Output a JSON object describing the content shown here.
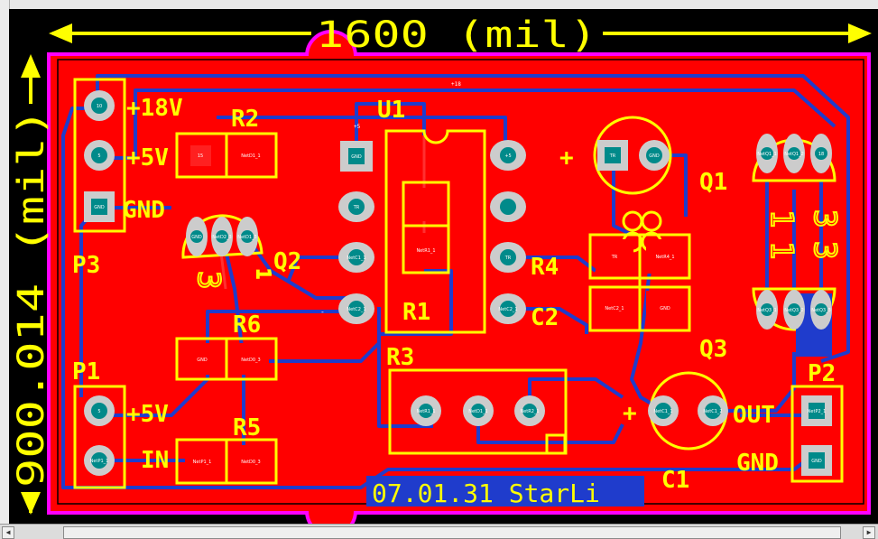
{
  "window": {
    "sidebar_icons": [
      "pcb-tab-icon",
      "pcb-tab-icon"
    ]
  },
  "board": {
    "width_dim": "1600 (mil)",
    "height_dim": "900.014 (mil)",
    "footer_text": "07.01.31  StarLi",
    "colors": {
      "background": "#000000",
      "board_fill": "#ff0000",
      "outline": "#ff00ff",
      "top_trace": "#ff0000",
      "bottom_trace": "#1f3ccc",
      "silkscreen": "#ffff00",
      "pad": "#cccccc",
      "via_core": "#008a8a"
    }
  },
  "components": {
    "P3": {
      "designator": "P3",
      "labels": [
        "+18V",
        "+5V",
        "GND"
      ],
      "pads": [
        "10",
        "5",
        "GND"
      ]
    },
    "P1": {
      "designator": "P1",
      "labels": [
        "+5V",
        "IN"
      ],
      "pads": [
        "5",
        "NetP1_1"
      ]
    },
    "P2": {
      "designator": "P2",
      "labels": [
        "OUT",
        "GND"
      ],
      "pads": [
        "NetP2_1",
        "GND"
      ]
    },
    "R2": {
      "designator": "R2",
      "pads": [
        "15",
        "NetD1_1"
      ]
    },
    "R6": {
      "designator": "R6",
      "pads": [
        "GND",
        "NetD0_3"
      ]
    },
    "R5": {
      "designator": "R5",
      "pads": [
        "NetP1_1",
        "NetD0_3"
      ]
    },
    "R1": {
      "designator": "R1",
      "pads": [
        "",
        "NetR1_1"
      ]
    },
    "R3": {
      "designator": "R3",
      "pads": [
        "NetR1_1",
        "NetD1_1",
        "NetR2_1"
      ]
    },
    "R4": {
      "designator": "R4",
      "pads": [
        "TR",
        "NetR4_1"
      ]
    },
    "C2": {
      "designator": "C2",
      "pads": [
        "NetC2_1",
        "GND"
      ]
    },
    "C1": {
      "designator": "C1",
      "pads": [
        "NetC1_1",
        "NetC1_2"
      ],
      "plus": "+"
    },
    "C3": {
      "plus": "+",
      "pads": [
        "TR",
        "GND"
      ]
    },
    "Q1": {
      "designator": "Q1",
      "pads": [
        "NetQ1_1",
        "NetQ1_2",
        "18"
      ],
      "pin_labels": [
        "1",
        "3"
      ]
    },
    "Q2": {
      "designator": "Q2",
      "pads": [
        "GND",
        "NetD2_3",
        "NetD1_3"
      ],
      "pin_labels": [
        "3",
        "1"
      ]
    },
    "Q3": {
      "designator": "Q3",
      "pads": [
        "NetQ3_1",
        "NetQ3_2",
        "NetQ3_3"
      ]
    },
    "U1": {
      "designator": "U1",
      "pads_left": [
        "GND",
        "TR",
        "NetC1_1",
        "NetC2_1"
      ],
      "pads_right": [
        "+5",
        "",
        "TR",
        "NetC2_1"
      ]
    }
  },
  "net_tags": {
    "plus18": "+18",
    "plus5": "+5",
    "minus": "-"
  }
}
